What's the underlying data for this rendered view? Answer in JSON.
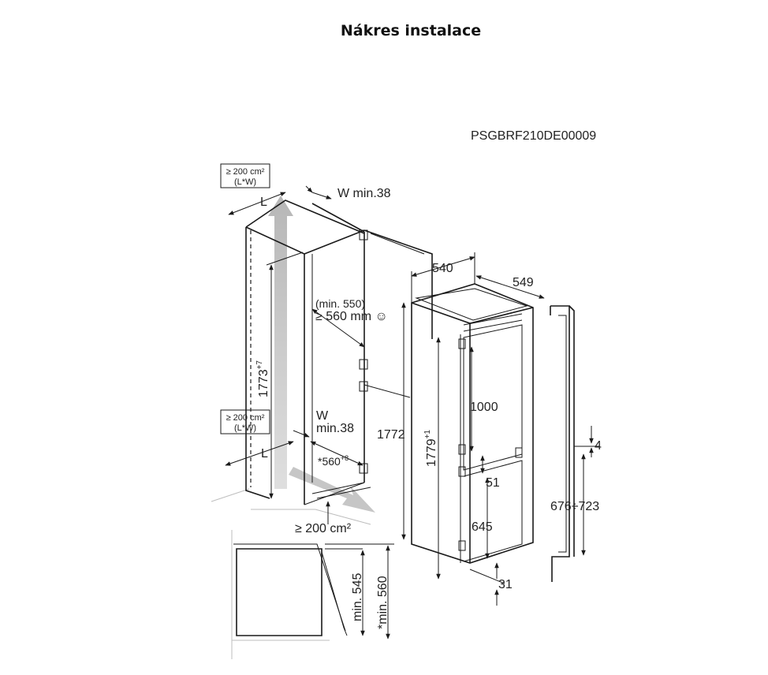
{
  "title": "Nákres instalace",
  "code": "PSGBRF210DE00009",
  "vent_top": {
    "area_line1": "≥ 200 cm²",
    "area_line2": "(L*W)",
    "l_label": "L",
    "w_label": "W min.38"
  },
  "vent_bottom": {
    "area_line1": "≥ 200 cm²",
    "area_line2": "(L*W)",
    "l_label": "L",
    "w_label": "W",
    "w_min": "min.38",
    "depth": "*560",
    "depth_tol": "+8"
  },
  "niche": {
    "min_depth": "(min. 550)",
    "depth": "≥ 560 mm",
    "smiley": "☺",
    "height": "1773",
    "height_tol": "+7",
    "height2": "1772",
    "plinth_area": "≥ 200 cm²"
  },
  "appliance": {
    "depth": "540",
    "width": "549",
    "height": "1779",
    "height_tol": "+1",
    "upper_door": "1000",
    "gap": "51",
    "lower_door": "645",
    "bottom": "31"
  },
  "door_panel": {
    "gap": "4",
    "range": "676÷723"
  },
  "section": {
    "min545": "min. 545",
    "min560": "*min. 560"
  }
}
